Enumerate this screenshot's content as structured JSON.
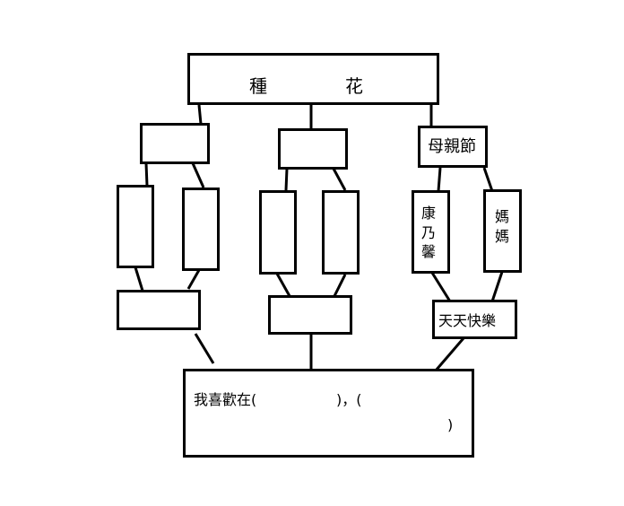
{
  "diagram": {
    "root": {
      "left_char": "種",
      "right_char": "花"
    },
    "branch_right": {
      "title": "母親節",
      "leaf_left": "康乃馨",
      "leaf_right": "媽媽",
      "join": "天天快樂"
    },
    "sentence": {
      "part1": "我喜歡在(",
      "part2": ")，(",
      "part3": ")"
    }
  }
}
